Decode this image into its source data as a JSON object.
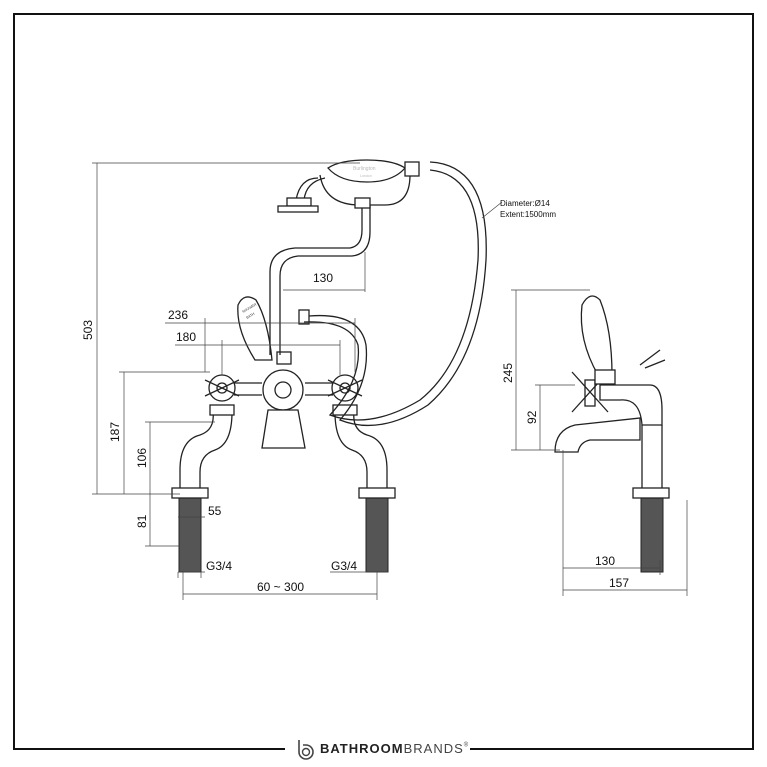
{
  "brand": {
    "bold": "BATHROOM",
    "light": "BRANDS",
    "mark": "®"
  },
  "handset": {
    "brand": "Burlington",
    "sub": "London"
  },
  "lever": {
    "line1": "SHOWER",
    "line2": "BATH"
  },
  "hose_note": {
    "diameter": "Diameter:Ø14",
    "extent": "Extent:1500mm"
  },
  "front_dims": {
    "total_height": "503",
    "width_outer": "236",
    "width_inner": "180",
    "handset_offset": "130",
    "height_to_head": "187",
    "height_to_spout": "106",
    "shank_length": "81",
    "shank_diameter": "55",
    "thread_left": "G3/4",
    "thread_right": "G3/4",
    "centres": "60 ~ 300"
  },
  "side_dims": {
    "lever_height": "245",
    "spout_height": "92",
    "spout_projection": "130",
    "total_depth": "157"
  }
}
